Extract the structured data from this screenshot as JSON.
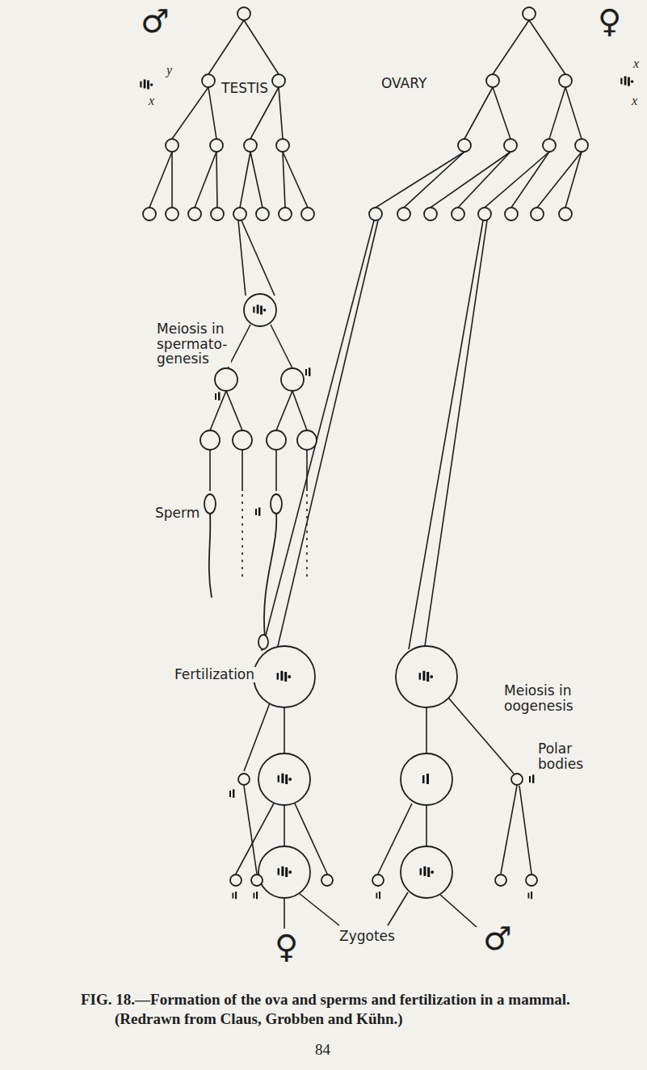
{
  "diagram": {
    "caption": "FIG. 18.—Formation of the ova and sperms and fertilization in a mammal. (Redrawn from Claus, Grobben and Kühn.)",
    "labels": [
      "♂",
      "y",
      "x",
      "TESTIS",
      "♀",
      "x",
      "x",
      "OVARY",
      "Meiosis in spermato- genesis",
      "Sperm",
      "Fertilization",
      "Meiosis in oogenesis",
      "Polar bodies",
      "Zygotes",
      "♀",
      "♂",
      "84"
    ]
  }
}
